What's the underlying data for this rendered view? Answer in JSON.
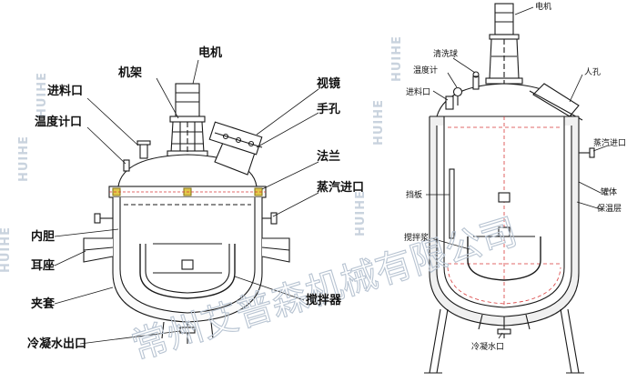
{
  "watermark": {
    "side_text": "HUIHE",
    "company": "常州艾普森机械有限公司"
  },
  "left_labels": {
    "motor": "电机",
    "frame": "机架",
    "feed_port": "进料口",
    "thermometer_port": "温度计口",
    "sight_glass": "视镜",
    "manhole": "手孔",
    "flange": "法兰",
    "steam_inlet": "蒸汽进口",
    "inner_tank": "内胆",
    "lug": "耳座",
    "jacket": "夹套",
    "agitator": "搅拌器",
    "condensate_outlet": "冷凝水出口"
  },
  "right_labels": {
    "motor": "电机",
    "cleaning_ball": "清洗球",
    "thermometer": "温度计",
    "feed_port": "进料口",
    "manhole": "人孔",
    "steam_inlet": "蒸汽进口",
    "baffle": "挡板",
    "tank_body": "罐体",
    "insulation": "保温层",
    "agitator": "搅拌浆",
    "condensate_outlet": "冷凝水口"
  },
  "colors": {
    "line": "#1a1a1a",
    "tank_fill": "#ffffff",
    "red_dash": "#d83a3a",
    "flange_yellow": "#e2c84a",
    "jacket_fill": "#f0f0f0",
    "watermark": "#b8c4d2"
  }
}
